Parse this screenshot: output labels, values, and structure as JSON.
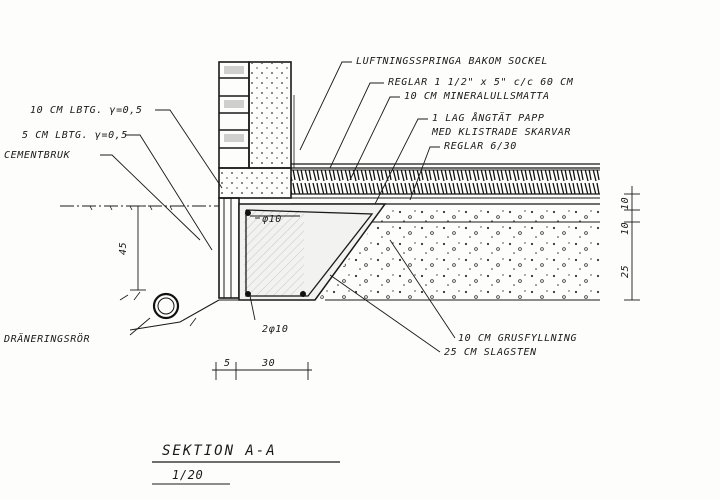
{
  "drawing": {
    "title": "SEKTION  A-A",
    "scale": "1/20",
    "labels": {
      "air_gap": "LUFTNINGSSPRINGA BAKOM SOCKEL",
      "joists": "REGLAR 1 1/2\" x 5\" c/c 60 CM",
      "mineral_wool": "10 CM MINERALULLSMATTA",
      "paper_layer_1": "1 LAG ÅNGTÄT PAPP",
      "paper_layer_2": "MED KLISTRADE SKARVAR",
      "battens": "REGLAR 6/30",
      "lbtg_10": "10 CM LBTG. γ=0,5",
      "lbtg_5": "5 CM LBTG. γ=0,5",
      "cement_mortar": "CEMENTBRUK",
      "rebar_top": "φ10",
      "rebar_bottom": "2φ10",
      "drain_pipe": "DRÄNERINGSRÖR",
      "gravel_fill": "10 CM GRUSFYLLNING",
      "slag_stone": "25 CM SLAGSTEN"
    },
    "dimensions": {
      "height_45": "45",
      "dim_5": "5",
      "dim_30": "30",
      "dim_10a": "10",
      "dim_10b": "10",
      "dim_25": "25"
    }
  }
}
